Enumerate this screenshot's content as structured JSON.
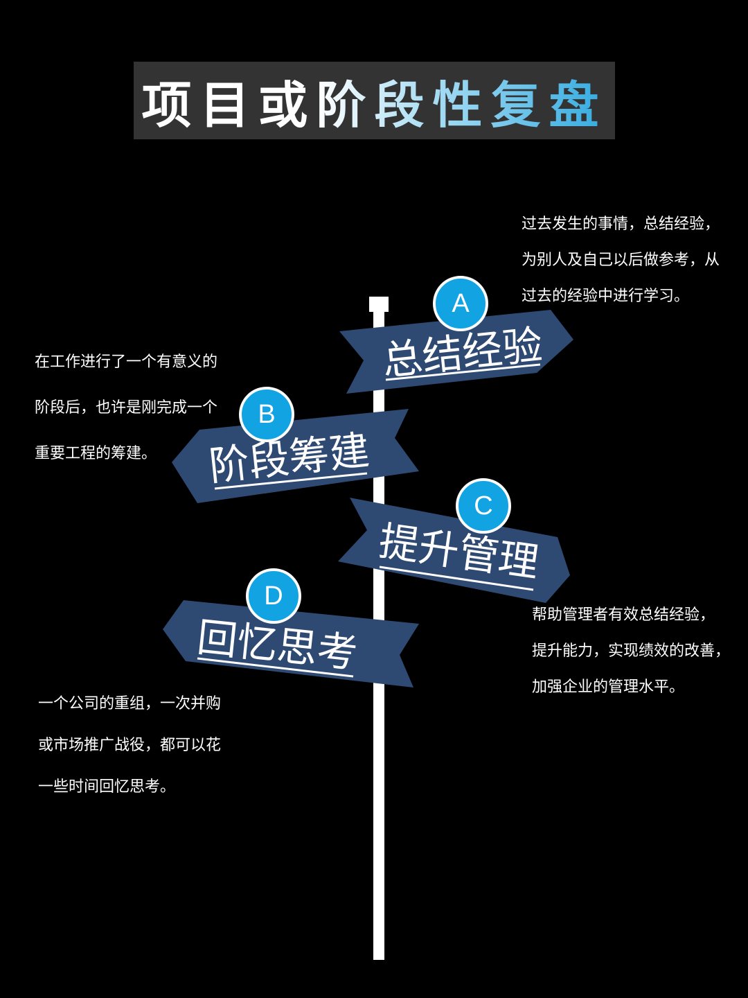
{
  "title": "项目或阶段性复盘",
  "colors": {
    "background": "#000000",
    "title_box": "#333333",
    "sign": "#2e4a73",
    "badge": "#12a3e3",
    "pole": "#ffffff"
  },
  "signs": [
    {
      "letter": "A",
      "label": "总结经验",
      "direction": "right",
      "description": [
        "过去发生的事情，总结经验，",
        "为别人及自己以后做参考，从",
        "过去的经验中进行学习。"
      ]
    },
    {
      "letter": "B",
      "label": "阶段筹建",
      "direction": "left",
      "description": [
        "在工作进行了一个有意义的",
        "阶段后，也许是刚完成一个",
        "重要工程的筹建。"
      ]
    },
    {
      "letter": "C",
      "label": "提升管理",
      "direction": "right",
      "description": [
        "帮助管理者有效总结经验，",
        "提升能力，实现绩效的改善，",
        "加强企业的管理水平。"
      ]
    },
    {
      "letter": "D",
      "label": "回忆思考",
      "direction": "left",
      "description": [
        "一个公司的重组，一次并购",
        "或市场推广战役，都可以花",
        "一些时间回忆思考。"
      ]
    }
  ]
}
